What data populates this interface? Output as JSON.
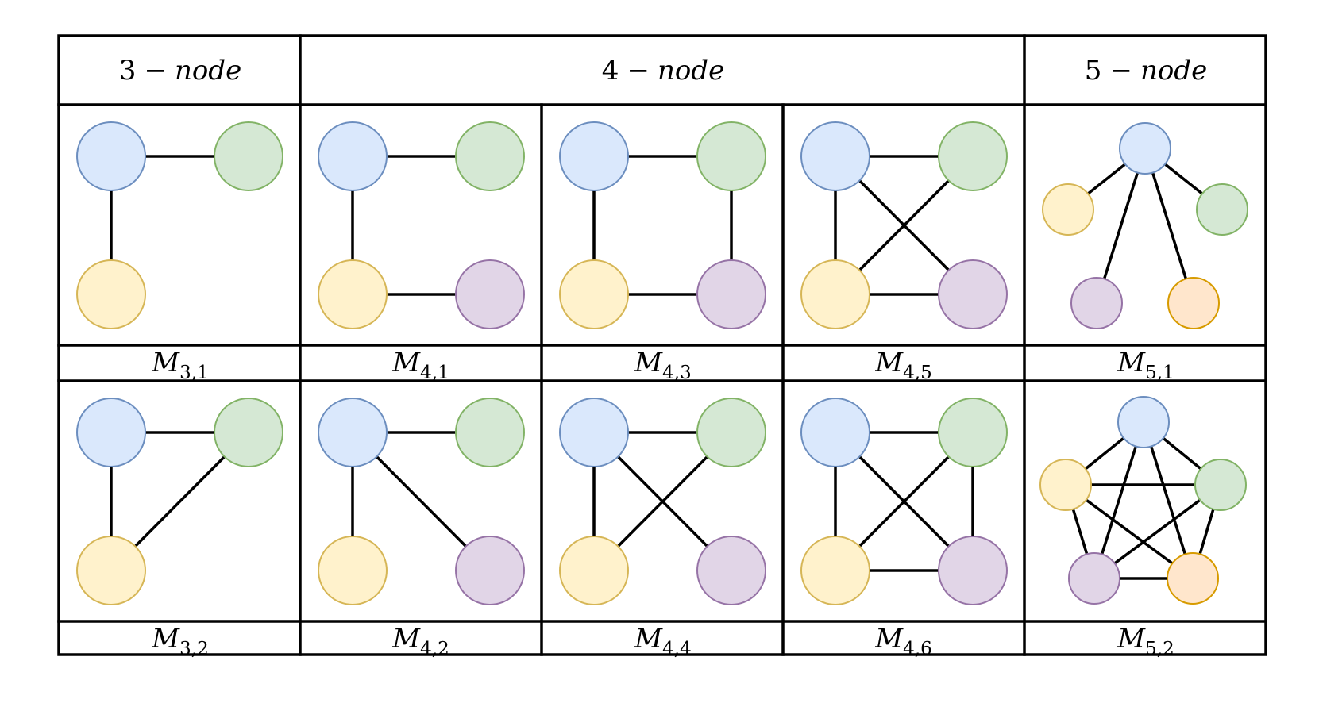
{
  "headers": [
    {
      "num": "3",
      "minus": "−",
      "word": "node"
    },
    {
      "num": "4",
      "minus": "−",
      "word": "node"
    },
    {
      "num": "5",
      "minus": "−",
      "word": "node"
    }
  ],
  "colors": {
    "blue": {
      "fill": "#dae8fc",
      "stroke": "#6c8ebf"
    },
    "green": {
      "fill": "#d5e8d4",
      "stroke": "#82b366"
    },
    "yellow": {
      "fill": "#fff2cc",
      "stroke": "#d6b656"
    },
    "purple": {
      "fill": "#e1d5e7",
      "stroke": "#9673a6"
    },
    "orange": {
      "fill": "#ffe6cc",
      "stroke": "#d79b00"
    },
    "edge": "#000000",
    "grid": "#000000"
  },
  "motifs": [
    {
      "id": "M3_1",
      "label": {
        "main": "M",
        "sub": "3,1"
      },
      "nodes": [
        "blue",
        "green",
        "yellow"
      ],
      "edges": [
        [
          "blue",
          "green"
        ],
        [
          "blue",
          "yellow"
        ]
      ]
    },
    {
      "id": "M4_1",
      "label": {
        "main": "M",
        "sub": "4,1"
      },
      "nodes": [
        "blue",
        "green",
        "yellow",
        "purple"
      ],
      "edges": [
        [
          "blue",
          "green"
        ],
        [
          "blue",
          "yellow"
        ],
        [
          "yellow",
          "purple"
        ]
      ]
    },
    {
      "id": "M4_3",
      "label": {
        "main": "M",
        "sub": "4,3"
      },
      "nodes": [
        "blue",
        "green",
        "yellow",
        "purple"
      ],
      "edges": [
        [
          "blue",
          "green"
        ],
        [
          "blue",
          "yellow"
        ],
        [
          "green",
          "purple"
        ],
        [
          "yellow",
          "purple"
        ]
      ]
    },
    {
      "id": "M4_5",
      "label": {
        "main": "M",
        "sub": "4,5"
      },
      "nodes": [
        "blue",
        "green",
        "yellow",
        "purple"
      ],
      "edges": [
        [
          "blue",
          "green"
        ],
        [
          "blue",
          "yellow"
        ],
        [
          "blue",
          "purple"
        ],
        [
          "green",
          "yellow"
        ],
        [
          "yellow",
          "purple"
        ]
      ]
    },
    {
      "id": "M5_1",
      "label": {
        "main": "M",
        "sub": "5,1"
      },
      "nodes": [
        "blue",
        "yellow",
        "green",
        "purple",
        "orange"
      ],
      "edges": [
        [
          "blue",
          "yellow"
        ],
        [
          "blue",
          "green"
        ],
        [
          "blue",
          "purple"
        ],
        [
          "blue",
          "orange"
        ]
      ]
    },
    {
      "id": "M3_2",
      "label": {
        "main": "M",
        "sub": "3,2"
      },
      "nodes": [
        "blue",
        "green",
        "yellow"
      ],
      "edges": [
        [
          "blue",
          "green"
        ],
        [
          "blue",
          "yellow"
        ],
        [
          "green",
          "yellow"
        ]
      ]
    },
    {
      "id": "M4_2",
      "label": {
        "main": "M",
        "sub": "4,2"
      },
      "nodes": [
        "blue",
        "green",
        "yellow",
        "purple"
      ],
      "edges": [
        [
          "blue",
          "green"
        ],
        [
          "blue",
          "yellow"
        ],
        [
          "blue",
          "purple"
        ]
      ]
    },
    {
      "id": "M4_4",
      "label": {
        "main": "M",
        "sub": "4,4"
      },
      "nodes": [
        "blue",
        "green",
        "yellow",
        "purple"
      ],
      "edges": [
        [
          "blue",
          "green"
        ],
        [
          "blue",
          "yellow"
        ],
        [
          "blue",
          "purple"
        ],
        [
          "green",
          "yellow"
        ]
      ]
    },
    {
      "id": "M4_6",
      "label": {
        "main": "M",
        "sub": "4,6"
      },
      "nodes": [
        "blue",
        "green",
        "yellow",
        "purple"
      ],
      "edges": [
        [
          "blue",
          "green"
        ],
        [
          "blue",
          "yellow"
        ],
        [
          "blue",
          "purple"
        ],
        [
          "green",
          "yellow"
        ],
        [
          "green",
          "purple"
        ],
        [
          "yellow",
          "purple"
        ]
      ]
    },
    {
      "id": "M5_2",
      "label": {
        "main": "M",
        "sub": "5,2"
      },
      "nodes": [
        "blue",
        "yellow",
        "green",
        "purple",
        "orange"
      ],
      "edges": [
        [
          "blue",
          "yellow"
        ],
        [
          "blue",
          "green"
        ],
        [
          "blue",
          "purple"
        ],
        [
          "blue",
          "orange"
        ],
        [
          "yellow",
          "green"
        ],
        [
          "yellow",
          "purple"
        ],
        [
          "yellow",
          "orange"
        ],
        [
          "green",
          "purple"
        ],
        [
          "green",
          "orange"
        ],
        [
          "purple",
          "orange"
        ]
      ]
    }
  ]
}
